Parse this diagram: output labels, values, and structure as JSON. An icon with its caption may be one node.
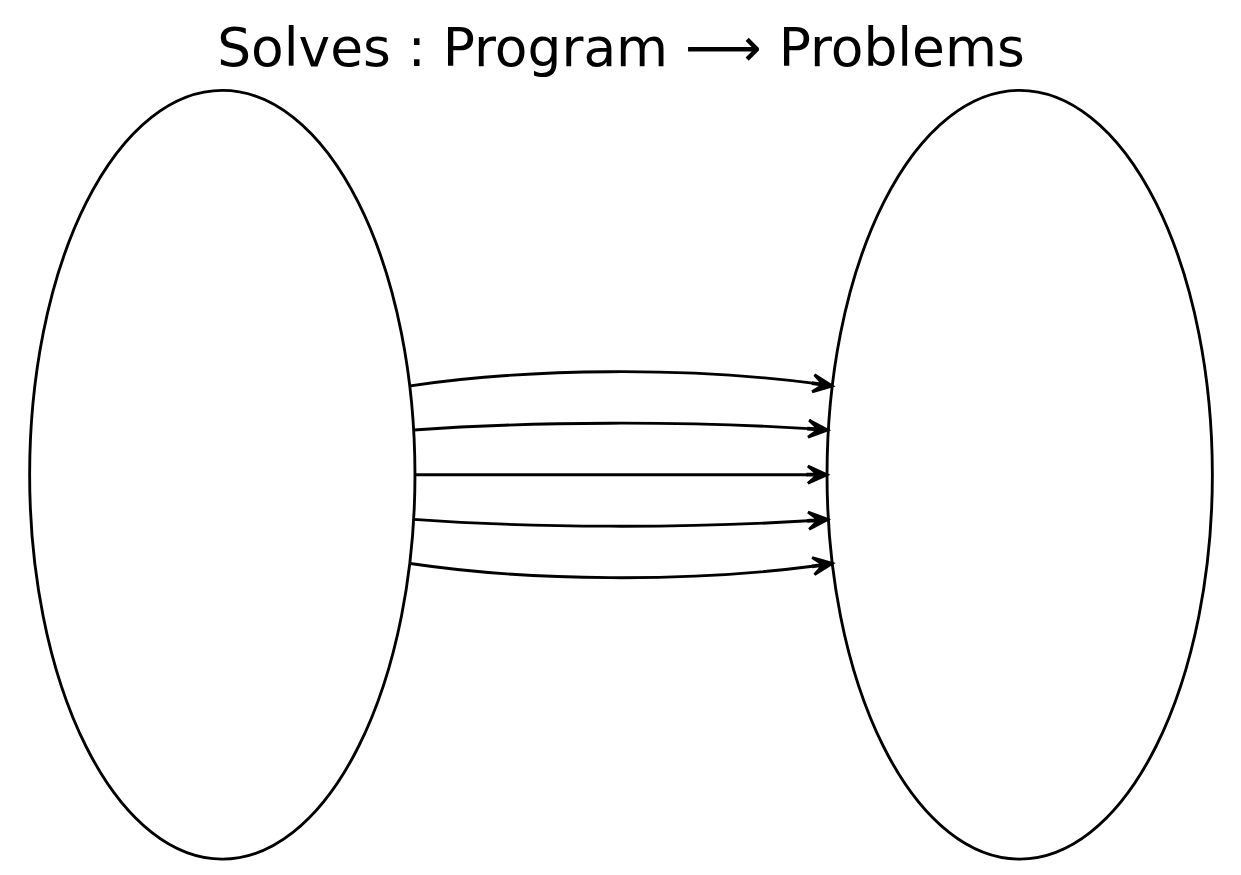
{
  "diagram": {
    "title": "Solves : Program ⟶ Problems",
    "nodes": [
      {
        "text": [],
        "shape": "ellipse"
      },
      {
        "text": [],
        "shape": "ellipse"
      }
    ],
    "edges": [
      {
        "from": 0,
        "to": 1,
        "arrow": "to"
      },
      {
        "from": 0,
        "to": 1,
        "arrow": "to"
      },
      {
        "from": 0,
        "to": 1,
        "arrow": "to"
      },
      {
        "from": 0,
        "to": 1,
        "arrow": "to"
      },
      {
        "from": 0,
        "to": 1,
        "arrow": "to"
      }
    ]
  }
}
